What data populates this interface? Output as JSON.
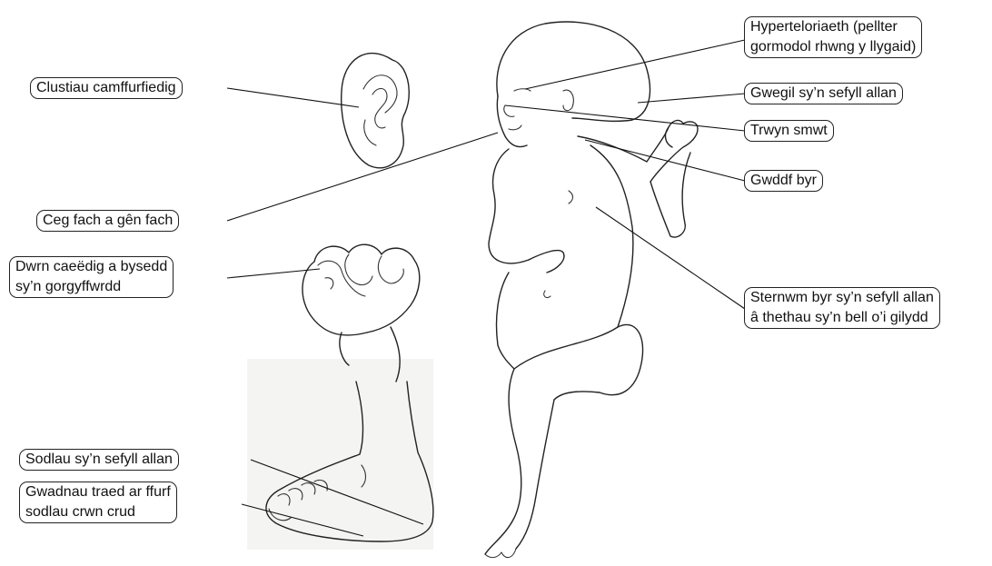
{
  "labels": {
    "ears": "Clustiau camffurfiedig",
    "mouth_chin": "Ceg fach a gên fach",
    "fist_line1": "Dwrn caeëdig a bysedd",
    "fist_line2": "sy’n gorgyffwrdd",
    "heels": "Sodlau sy’n sefyll allan",
    "soles_line1": "Gwadnau traed ar ffurf",
    "soles_line2": "sodlau crwn crud",
    "hypertelorism_line1": "Hyperteloriaeth (pellter",
    "hypertelorism_line2": "gormodol rhwng y llygaid)",
    "occiput": "Gwegil sy’n sefyll allan",
    "nose": "Trwyn smwt",
    "neck": "Gwddf byr",
    "sternum_line1": "Sternwm byr sy’n sefyll allan",
    "sternum_line2": "â thethau sy’n bell o’i gilydd"
  },
  "illustrations": [
    "ear-drawing",
    "fist-drawing",
    "foot-drawing",
    "baby-drawing"
  ]
}
